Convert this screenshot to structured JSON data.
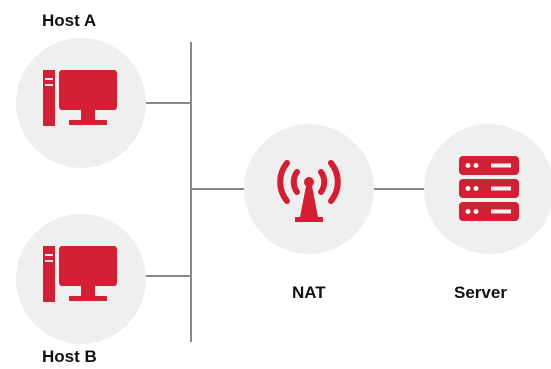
{
  "nodes": {
    "host_a": {
      "label": "Host A",
      "icon": "desktop-computer-icon"
    },
    "host_b": {
      "label": "Host B",
      "icon": "desktop-computer-icon"
    },
    "nat": {
      "label": "NAT",
      "icon": "antenna-broadcast-icon"
    },
    "server": {
      "label": "Server",
      "icon": "server-rack-icon"
    }
  },
  "colors": {
    "accent": "#d11f34",
    "node_background": "#efefef",
    "line": "#8a8a8a",
    "text": "#111111"
  }
}
